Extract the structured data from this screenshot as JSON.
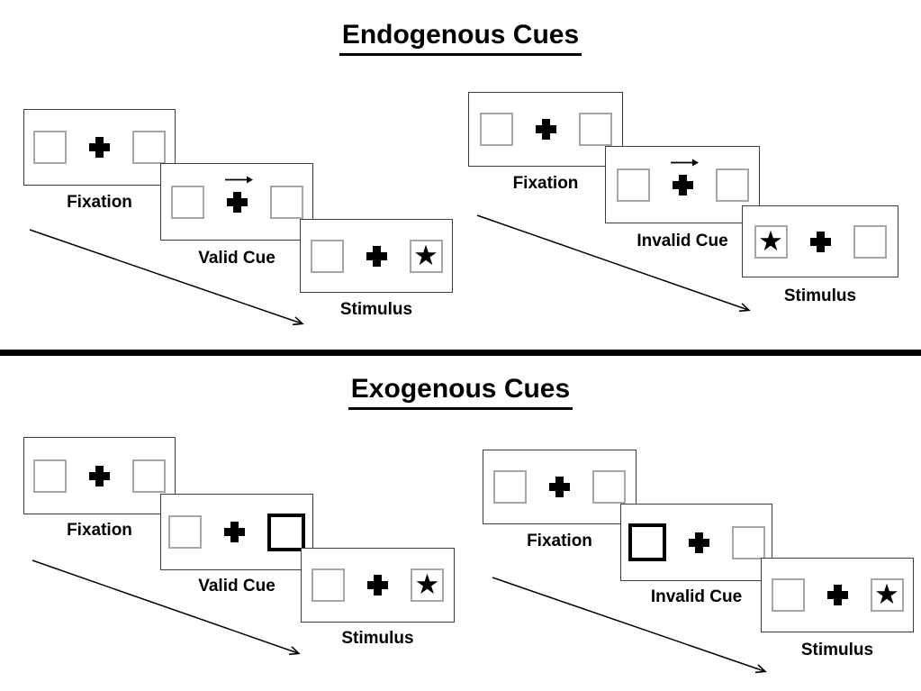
{
  "colors": {
    "line_black": "#000000",
    "box_border_gray": "#a6a6a6",
    "panel_border": "#3c3c3c",
    "background": "#ffffff"
  },
  "glyphs": {
    "star": "★"
  },
  "sections": [
    {
      "title": "Endogenous Cues",
      "groups": [
        {
          "name": "valid-trial",
          "panels": [
            {
              "label": "Fixation",
              "cue": "none",
              "star": "none"
            },
            {
              "label": "Valid Cue",
              "cue": "arrow-right-above-cross",
              "star": "none"
            },
            {
              "label": "Stimulus",
              "cue": "none",
              "star": "right"
            }
          ]
        },
        {
          "name": "invalid-trial",
          "panels": [
            {
              "label": "Fixation",
              "cue": "none",
              "star": "none"
            },
            {
              "label": "Invalid Cue",
              "cue": "arrow-right-above-cross",
              "star": "none"
            },
            {
              "label": "Stimulus",
              "cue": "none",
              "star": "left"
            }
          ]
        }
      ]
    },
    {
      "title": "Exogenous Cues",
      "groups": [
        {
          "name": "valid-trial",
          "panels": [
            {
              "label": "Fixation",
              "cue": "none",
              "star": "none"
            },
            {
              "label": "Valid Cue",
              "cue": "thick-right-box",
              "star": "none"
            },
            {
              "label": "Stimulus",
              "cue": "none",
              "star": "right"
            }
          ]
        },
        {
          "name": "invalid-trial",
          "panels": [
            {
              "label": "Fixation",
              "cue": "none",
              "star": "none"
            },
            {
              "label": "Invalid Cue",
              "cue": "thick-left-box",
              "star": "none"
            },
            {
              "label": "Stimulus",
              "cue": "none",
              "star": "right"
            }
          ]
        }
      ]
    }
  ]
}
